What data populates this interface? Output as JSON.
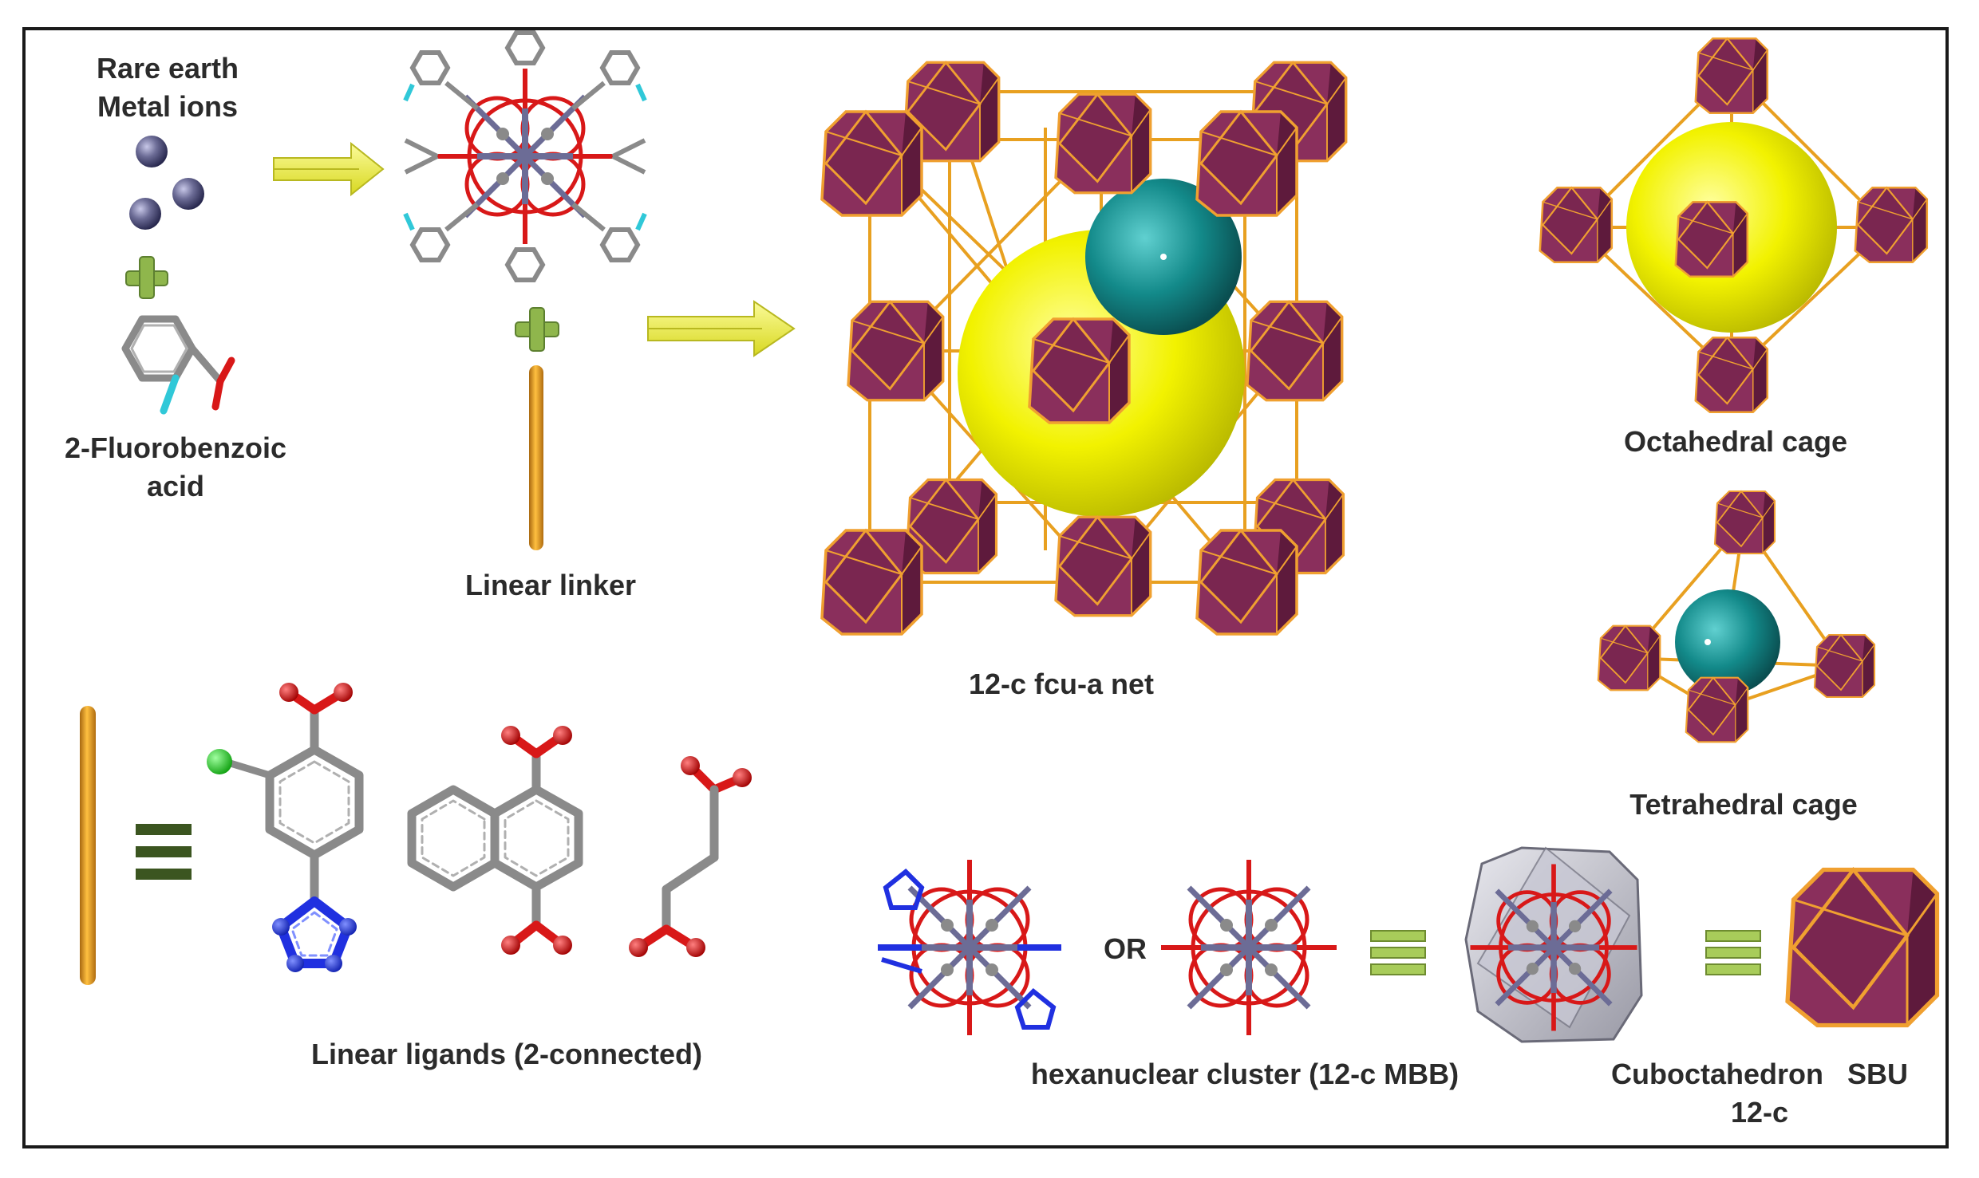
{
  "labels": {
    "metal_line1": "Rare earth",
    "metal_line2": "Metal ions",
    "acid_line1": "2-Fluorobenzoic",
    "acid_line2": "acid",
    "linear_linker": "Linear linker",
    "net": "12-c fcu-a net",
    "octahedral": "Octahedral cage",
    "tetrahedral": "Tetrahedral cage",
    "ligands": "Linear ligands (2-connected)",
    "cluster": "hexanuclear cluster (12-c MBB)",
    "or": "OR",
    "sbu_line1": "Cuboctahedron   SBU",
    "sbu_line2": "12-c"
  },
  "icons": {
    "arrow": "double-arrow-icon",
    "plus": "plus-icon",
    "equivalent": "equivalent-icon",
    "cuboctahedron": "cuboctahedron-icon"
  },
  "colors": {
    "polyhedron_face": "#8a2f5c",
    "polyhedron_dark": "#5e1a3c",
    "polyhedron_edge": "#f0a030",
    "linker": "#e8a020",
    "yellow_sphere": "#f2f200",
    "teal_sphere": "#138a8a",
    "arrow": "#f5f53a",
    "plus": "#8fb64c",
    "equivalent_dark": "#3b5520",
    "equivalent_light": "#a8cc5a",
    "oxygen": "#d81818",
    "carbon": "#8a8a8a",
    "fluorine": "#30c8d8",
    "chlorine": "#30d030",
    "nitrogen": "#2030e0",
    "metal": "#6c6c96"
  }
}
